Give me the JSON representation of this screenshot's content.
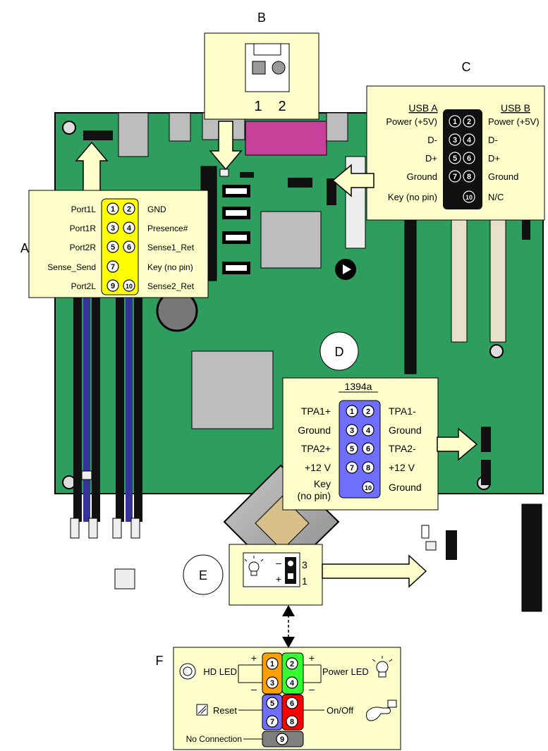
{
  "labels": {
    "a": "A",
    "b": "B",
    "c": "C",
    "d": "D",
    "e": "E",
    "f": "F"
  },
  "colors": {
    "board": "#2e9e5e",
    "board_dark": "#1f7e48",
    "callout": "#ffffcc",
    "pin_yellow": "#ffff00",
    "pin_blue": "#6f6fff",
    "pin_orange": "#ff9f00",
    "pin_green": "#33ff33",
    "pin_red": "#ff0000",
    "pin_gray": "#7f7f7f",
    "dimm_black": "#111111",
    "dimm_blue": "#333399",
    "pci_slot": "#e8e0c8",
    "sata": "#111111",
    "magenta": "#c8409a"
  },
  "audio_header": {
    "rows": [
      {
        "left": "Port1L",
        "pins": [
          "1",
          "2"
        ],
        "right": "GND"
      },
      {
        "left": "Port1R",
        "pins": [
          "3",
          "4"
        ],
        "right": "Presence#"
      },
      {
        "left": "Port2R",
        "pins": [
          "5",
          "6"
        ],
        "right": "Sense1_Ret"
      },
      {
        "left": "Sense_Send",
        "pins": [
          "7"
        ],
        "right": "Key (no pin)"
      },
      {
        "left": "Port2L",
        "pins": [
          "9",
          "10"
        ],
        "right": "Sense2_Ret"
      }
    ]
  },
  "fan_header": {
    "pin1": "1",
    "pin2": "2"
  },
  "usb_header": {
    "col_a": "USB A",
    "col_b": "USB B",
    "rows": [
      {
        "left": "Power (+5V)",
        "pins": [
          "1",
          "2"
        ],
        "right": "Power (+5V)"
      },
      {
        "left": "D-",
        "pins": [
          "3",
          "4"
        ],
        "right": "D-"
      },
      {
        "left": "D+",
        "pins": [
          "5",
          "6"
        ],
        "right": "D+"
      },
      {
        "left": "Ground",
        "pins": [
          "7",
          "8"
        ],
        "right": "Ground"
      },
      {
        "left": "Key (no pin)",
        "pins": [
          "10"
        ],
        "right": "N/C"
      }
    ]
  },
  "ieee1394_header": {
    "title": "1394a",
    "rows": [
      {
        "left": "TPA1+",
        "pins": [
          "1",
          "2"
        ],
        "right": "TPA1-"
      },
      {
        "left": "Ground",
        "pins": [
          "3",
          "4"
        ],
        "right": "Ground"
      },
      {
        "left": "TPA2+",
        "pins": [
          "5",
          "6"
        ],
        "right": "TPA2-"
      },
      {
        "left": "+12 V",
        "pins": [
          "7",
          "8"
        ],
        "right": "+12 V"
      },
      {
        "left": "Key",
        "left2": "(no pin)",
        "pins": [
          "10"
        ],
        "right": "Ground"
      }
    ]
  },
  "chassis_led": {
    "minus": "–",
    "plus": "+",
    "pin3": "3",
    "pin1": "1"
  },
  "front_panel": {
    "hd_led": "HD LED",
    "power_led": "Power LED",
    "reset": "Reset",
    "on_off": "On/Off",
    "no_connection": "No Connection",
    "plus_left": "+",
    "minus_left": "–",
    "plus_right": "+",
    "minus_right": "–",
    "pins": [
      "1",
      "2",
      "3",
      "4",
      "5",
      "6",
      "7",
      "8",
      "9"
    ]
  }
}
